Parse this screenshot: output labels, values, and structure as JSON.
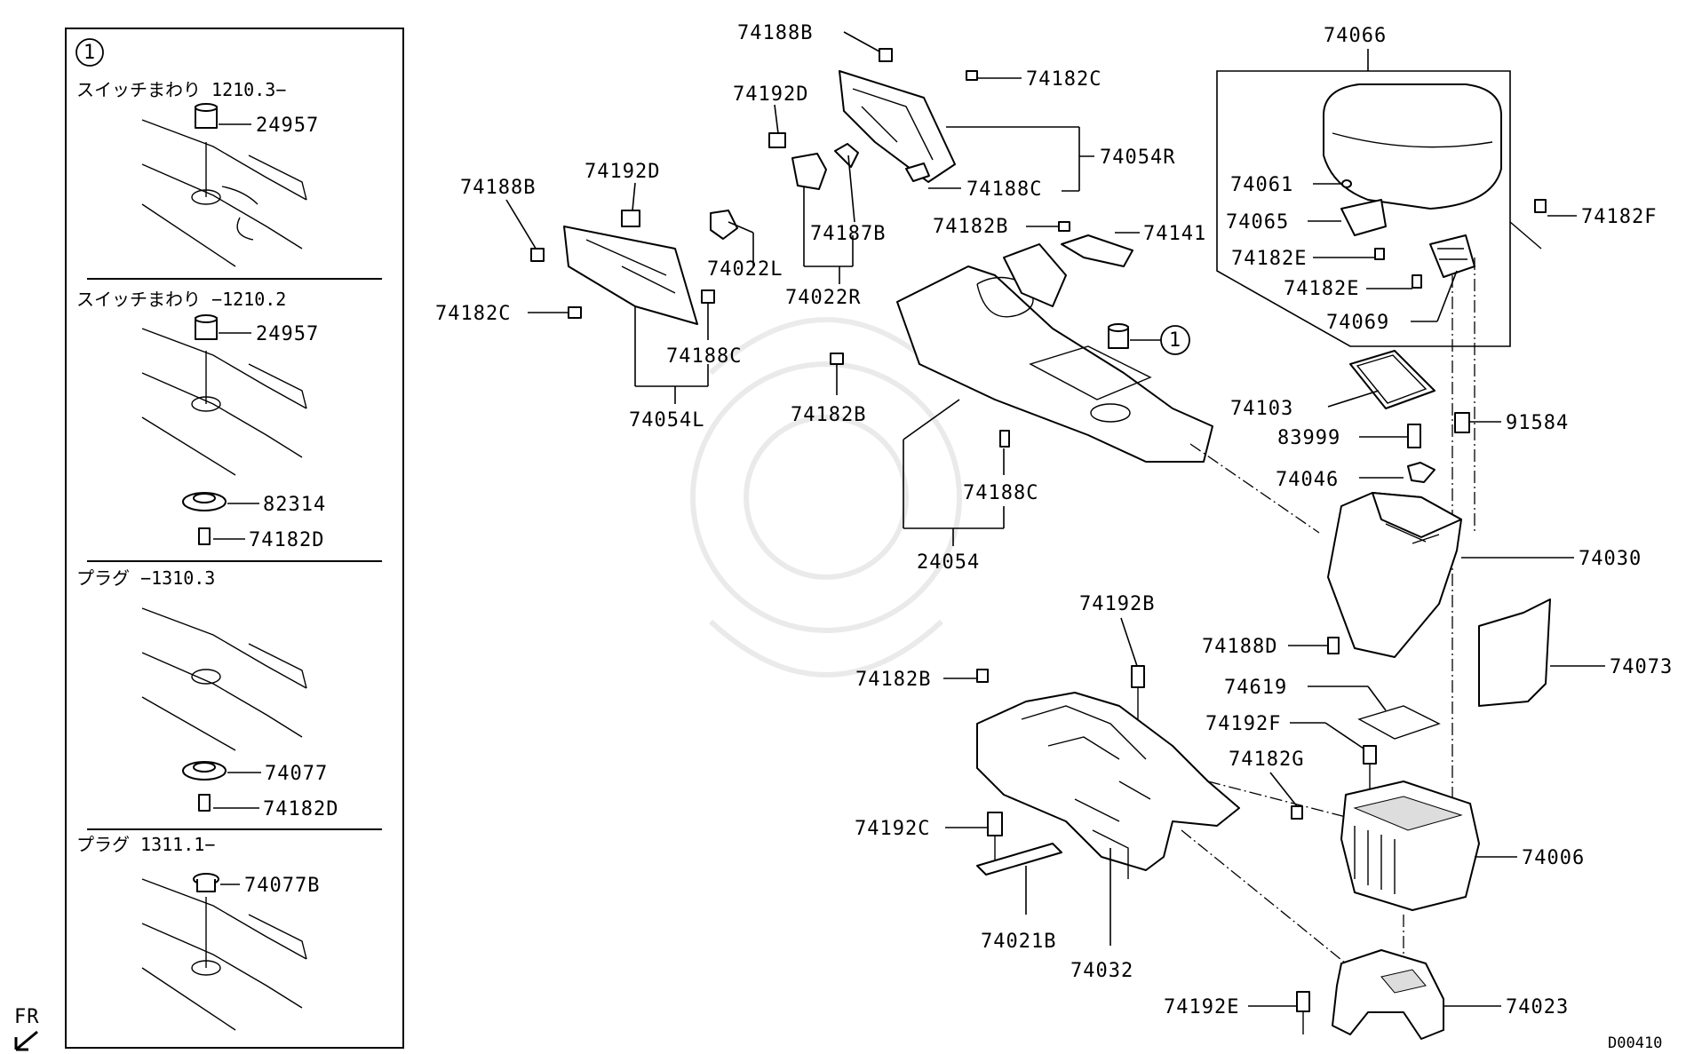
{
  "inset": {
    "callout_number": "1",
    "sections": [
      {
        "title": "スイッチまわり 1210.3−",
        "parts": [
          "24957"
        ]
      },
      {
        "title": "スイッチまわり −1210.2",
        "parts": [
          "24957",
          "82314",
          "74182D"
        ]
      },
      {
        "title": "プラグ −1310.3",
        "parts": [
          "74077",
          "74182D"
        ]
      },
      {
        "title": "プラグ 1311.1−",
        "parts": [
          "74077B"
        ]
      }
    ]
  },
  "main": {
    "callout_number": "1",
    "labels": {
      "p74188B_top": "74188B",
      "p74182C_top": "74182C",
      "p74192D_top": "74192D",
      "p74054R": "74054R",
      "p74188C_top": "74188C",
      "p74187B": "74187B",
      "p74022R": "74022R",
      "p74188B_left": "74188B",
      "p74192D_left": "74192D",
      "p74022L": "74022L",
      "p74182C_left": "74182C",
      "p74188C_left": "74188C",
      "p74054L": "74054L",
      "p74182B_top": "74182B",
      "p74141": "74141",
      "p74182B_mid": "74182B",
      "p74188C_mid": "74188C",
      "p24054": "24054",
      "p74066": "74066",
      "p74061": "74061",
      "p74065": "74065",
      "p74182E_a": "74182E",
      "p74182E_b": "74182E",
      "p74069": "74069",
      "p74182F": "74182F",
      "p74103": "74103",
      "p83999": "83999",
      "p91584": "91584",
      "p74046": "74046",
      "p74030": "74030",
      "p74188D": "74188D",
      "p74073": "74073",
      "p74619": "74619",
      "p74192B": "74192B",
      "p74182B_low": "74182B",
      "p74192F": "74192F",
      "p74182G": "74182G",
      "p74192C": "74192C",
      "p74006": "74006",
      "p74021B": "74021B",
      "p74032": "74032",
      "p74192E": "74192E",
      "p74023": "74023"
    }
  },
  "footer": {
    "fr_label": "FR",
    "diagram_code": "D00410"
  }
}
